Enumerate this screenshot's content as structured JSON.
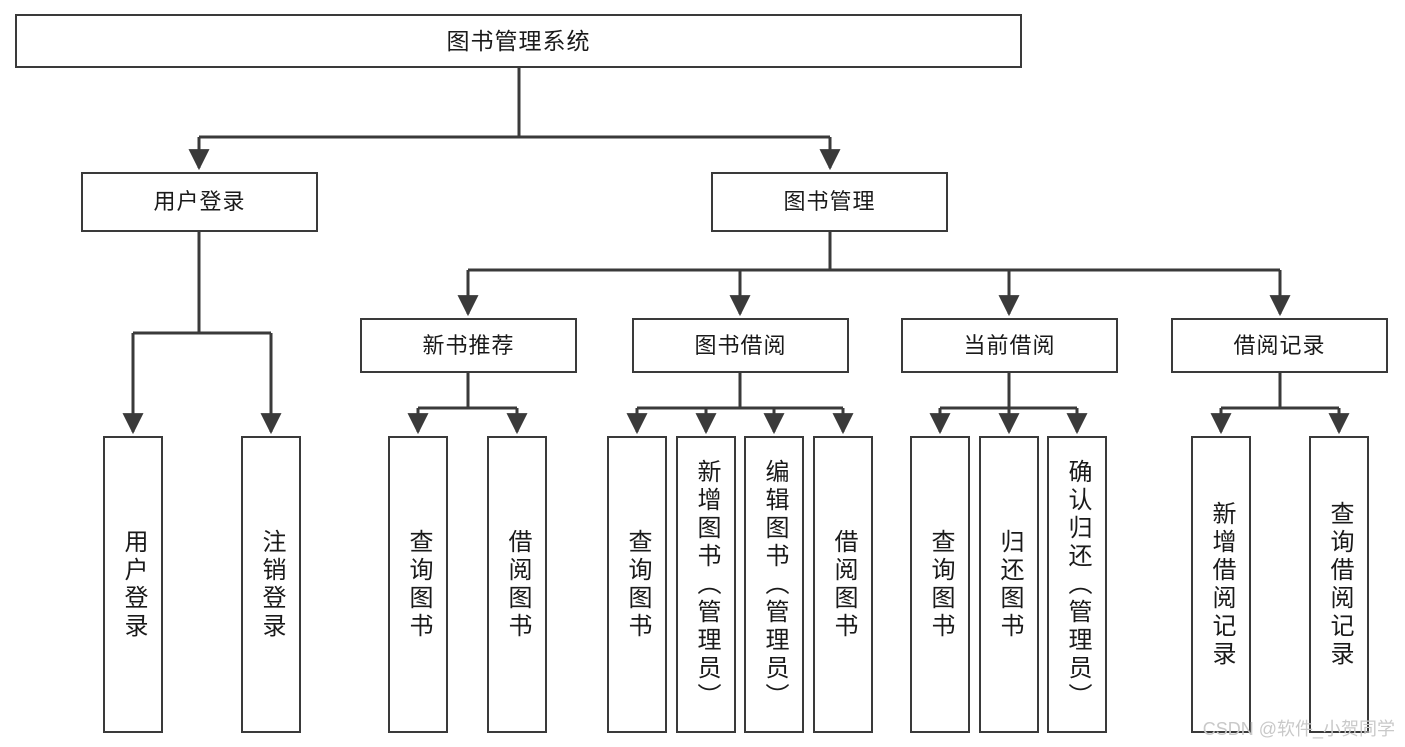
{
  "diagram": {
    "title": "图书管理系统",
    "type": "tree",
    "watermark": "CSDN @软件_小贺同学",
    "colors": {
      "box_border": "#3a3a3a",
      "box_fill": "#ffffff",
      "connector": "#3a3a3a",
      "text": "#1a1a1a",
      "watermark": "#c9c9c9"
    },
    "root": {
      "label": "图书管理系统"
    },
    "level2": [
      {
        "id": "user-login",
        "label": "用户登录"
      },
      {
        "id": "book-management",
        "label": "图书管理"
      }
    ],
    "level3": [
      {
        "id": "new-book-recommend",
        "label": "新书推荐"
      },
      {
        "id": "book-borrow",
        "label": "图书借阅"
      },
      {
        "id": "current-borrow",
        "label": "当前借阅"
      },
      {
        "id": "borrow-record",
        "label": "借阅记录"
      }
    ],
    "leaves": {
      "user-login": [
        {
          "id": "leaf-user-login",
          "label": "用户登录"
        },
        {
          "id": "leaf-user-logout",
          "label": "注销登录"
        }
      ],
      "new-book-recommend": [
        {
          "id": "leaf-query-book-1",
          "label": "查询图书"
        },
        {
          "id": "leaf-borrow-book-1",
          "label": "借阅图书"
        }
      ],
      "book-borrow": [
        {
          "id": "leaf-query-book-2",
          "label": "查询图书"
        },
        {
          "id": "leaf-add-book",
          "label": "新增图书（管理员）"
        },
        {
          "id": "leaf-edit-book",
          "label": "编辑图书（管理员）"
        },
        {
          "id": "leaf-borrow-book-2",
          "label": "借阅图书"
        }
      ],
      "current-borrow": [
        {
          "id": "leaf-query-book-3",
          "label": "查询图书"
        },
        {
          "id": "leaf-return-book",
          "label": "归还图书"
        },
        {
          "id": "leaf-confirm-return",
          "label": "确认归还（管理员）"
        }
      ],
      "borrow-record": [
        {
          "id": "leaf-add-record",
          "label": "新增借阅记录"
        },
        {
          "id": "leaf-query-record",
          "label": "查询借阅记录"
        }
      ]
    }
  }
}
